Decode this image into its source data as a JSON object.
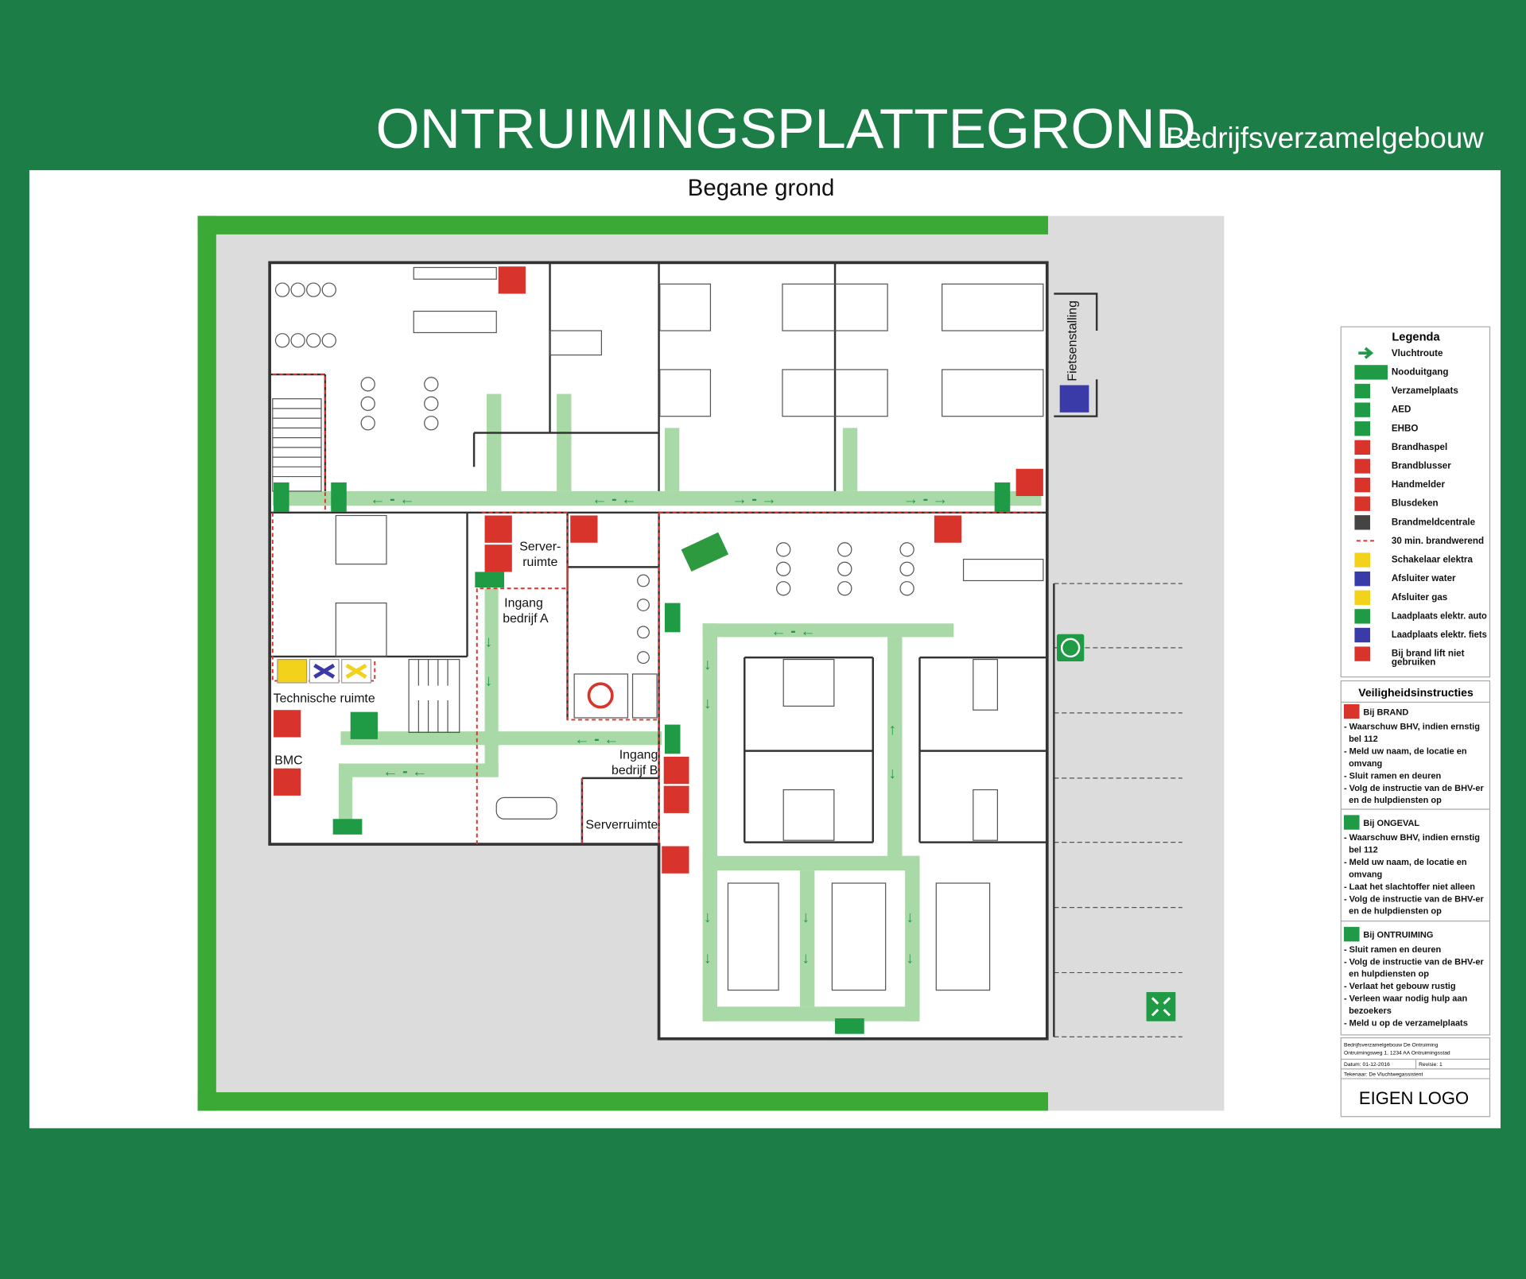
{
  "header": {
    "title": "ONTRUIMINGSPLATTEGROND",
    "subtitle": "Bedrijfsverzamelgebouw"
  },
  "floor": {
    "name": "Begane grond"
  },
  "rooms": {
    "server_a_1": "Server-",
    "server_a_2": "ruimte",
    "ingang_a_1": "Ingang",
    "ingang_a_2": "bedrijf A",
    "technische": "Technische ruimte",
    "bmc": "BMC",
    "ingang_b_1": "Ingang",
    "ingang_b_2": "bedrijf B",
    "serverruimte": "Serverruimte",
    "fietsenstalling": "Fietsenstalling"
  },
  "legend": {
    "title": "Legenda",
    "items": [
      {
        "label": "Vluchtroute",
        "icon": "escape-route-arrow-icon",
        "color": "#1f9a45"
      },
      {
        "label": "Nooduitgang",
        "icon": "emergency-exit-icon",
        "color": "#1f9a45"
      },
      {
        "label": "Verzamelplaats",
        "icon": "assembly-point-icon",
        "color": "#1f9a45"
      },
      {
        "label": "AED",
        "icon": "aed-icon",
        "color": "#1f9a45"
      },
      {
        "label": "EHBO",
        "icon": "first-aid-icon",
        "color": "#1f9a45"
      },
      {
        "label": "Brandhaspel",
        "icon": "fire-hose-icon",
        "color": "#d9342b"
      },
      {
        "label": "Brandblusser",
        "icon": "fire-extinguisher-icon",
        "color": "#d9342b"
      },
      {
        "label": "Handmelder",
        "icon": "fire-alarm-call-point-icon",
        "color": "#d9342b"
      },
      {
        "label": "Blusdeken",
        "icon": "fire-blanket-icon",
        "color": "#d9342b"
      },
      {
        "label": "Brandmeldcentrale",
        "icon": "fire-alarm-panel-icon",
        "color": "#444444"
      },
      {
        "label": "30 min. brandwerend",
        "icon": "fire-resistant-line-icon",
        "color": "#d9342b"
      },
      {
        "label": "Schakelaar elektra",
        "icon": "electric-switch-icon",
        "color": "#f2d21b"
      },
      {
        "label": "Afsluiter water",
        "icon": "water-valve-icon",
        "color": "#3a3aa8"
      },
      {
        "label": "Afsluiter gas",
        "icon": "gas-valve-icon",
        "color": "#f2d21b"
      },
      {
        "label": "Laadplaats elektr. auto",
        "icon": "ev-car-charging-icon",
        "color": "#1f9a45"
      },
      {
        "label": "Laadplaats elektr. fiets",
        "icon": "ev-bike-charging-icon",
        "color": "#3a3aa8"
      },
      {
        "label": "Bij brand lift niet",
        "label2": "gebruiken",
        "icon": "no-elevator-in-fire-icon",
        "color": "#d9342b"
      }
    ]
  },
  "instructions": {
    "title": "Veiligheidsinstructies",
    "sections": [
      {
        "heading": "Bij BRAND",
        "icon": "fire-icon",
        "color": "#d9342b",
        "lines": [
          "- Waarschuw BHV, indien ernstig",
          "  bel 112",
          "- Meld uw naam, de locatie en",
          "  omvang",
          "- Sluit ramen en deuren",
          "- Volg de instructie van de BHV-er",
          "  en de hulpdiensten op"
        ]
      },
      {
        "heading": "Bij ONGEVAL",
        "icon": "first-aid-icon",
        "color": "#1f9a45",
        "lines": [
          "- Waarschuw BHV, indien ernstig",
          "  bel 112",
          "- Meld uw naam, de locatie en",
          "  omvang",
          "- Laat het slachtoffer niet alleen",
          "- Volg de instructie van de BHV-er",
          "  en de hulpdiensten op"
        ]
      },
      {
        "heading": "Bij ONTRUIMING",
        "icon": "assembly-point-icon",
        "color": "#1f9a45",
        "lines": [
          "- Sluit ramen en deuren",
          "- Volg de instructie van de BHV-er",
          "  en hulpdiensten op",
          "- Verlaat het gebouw rustig",
          "- Verleen waar nodig hulp aan",
          "  bezoekers",
          "- Meld u op de verzamelplaats"
        ]
      }
    ]
  },
  "titleblock": {
    "line1": "Bedrijfsverzamelgebouw De Ontruiming",
    "line2": "Ontruimingsweg 1, 1234 AA Ontruimingsstad",
    "date": "Datum: 01-12-2016",
    "revision": "Revisie: 1",
    "drawer": "Tekenaar: De Vluchtwegassistent",
    "logo": "EIGEN LOGO"
  },
  "arrows": {
    "left": "← - ←",
    "right": "→ - →",
    "down": "↓",
    "up": "↑"
  }
}
